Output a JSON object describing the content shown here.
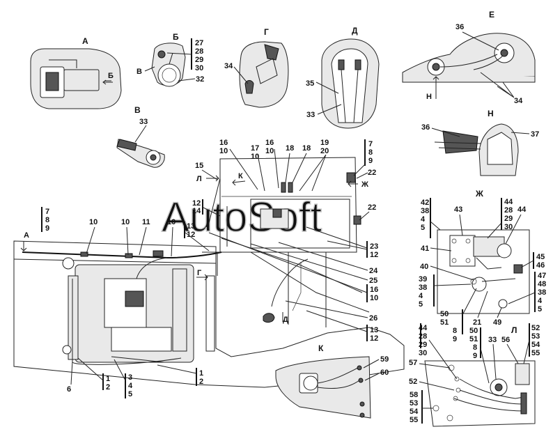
{
  "watermark": "AutoSoft",
  "views": {
    "A": "А",
    "B": "Б",
    "V": "В",
    "G": "Г",
    "D": "Д",
    "E": "Е",
    "N": "Н",
    "Zh": "Ж",
    "K": "К",
    "L": "Л"
  },
  "view_markers_main": {
    "a": "А",
    "l": "Л",
    "k": "К",
    "zh": "Ж",
    "g": "Г",
    "d": "Д",
    "b": "Б",
    "v": "В",
    "n": "Н"
  },
  "callouts": {
    "viewB_stack": [
      "27",
      "28",
      "29",
      "30"
    ],
    "viewB_32": "32",
    "viewG_34": "34",
    "viewD_35": "35",
    "viewD_33": "33",
    "viewE_36": "36",
    "viewE_34": "34",
    "viewV_33": "33",
    "viewN_36": "36",
    "viewN_37": "37",
    "main_7_8_9_left": [
      "7",
      "8",
      "9"
    ],
    "main_10a": "10",
    "main_10b": "10",
    "main_11": "11",
    "main_10c": "10",
    "main_13_12": [
      "13",
      "12"
    ],
    "main_12_14": [
      "12",
      "14"
    ],
    "main_15": "15",
    "main_16_10_a": [
      "16",
      "10"
    ],
    "main_17_10": [
      "17",
      "10"
    ],
    "main_16_10_b": [
      "16",
      "10"
    ],
    "main_18a": "18",
    "main_18b": "18",
    "main_19_20": [
      "19",
      "20"
    ],
    "main_7_8_9_right": [
      "7",
      "8",
      "9"
    ],
    "main_22a": "22",
    "main_22b": "22",
    "main_23_12": [
      "23",
      "12"
    ],
    "main_24": "24",
    "main_25": "25",
    "main_16_10_c": [
      "16",
      "10"
    ],
    "main_26": "26",
    "main_13_12_b": [
      "13",
      "12"
    ],
    "main_6": "6",
    "main_1_2_a": [
      "1",
      "2"
    ],
    "main_3_4_5": [
      "3",
      "4",
      "5"
    ],
    "main_1_2_b": [
      "1",
      "2"
    ],
    "zh_42_38_4_5": [
      "42",
      "38",
      "4",
      "5"
    ],
    "zh_43": "43",
    "zh_44_28_29_30": [
      "44",
      "28",
      "29",
      "30"
    ],
    "zh_44": "44",
    "zh_41": "41",
    "zh_45_46": [
      "45",
      "46"
    ],
    "zh_40": "40",
    "zh_39_38_4_5": [
      "39",
      "38",
      "4",
      "5"
    ],
    "zh_47_48_38_4_5": [
      "47",
      "48",
      "38",
      "4",
      "5"
    ],
    "zh_50_51_8_9": [
      "50",
      "51",
      "8",
      "9"
    ],
    "zh_21": "21",
    "zh_49": "49",
    "k_59": "59",
    "k_60": "60",
    "l_44_28_29_30": [
      "44",
      "28",
      "29",
      "30"
    ],
    "l_50_51_8_9": [
      "50",
      "51",
      "8",
      "9"
    ],
    "l_33": "33",
    "l_56": "56",
    "l_52_53_54_55": [
      "52",
      "53",
      "54",
      "55"
    ],
    "l_57": "57",
    "l_52": "52",
    "l_58_53_54_55": [
      "58",
      "53",
      "54",
      "55"
    ]
  }
}
